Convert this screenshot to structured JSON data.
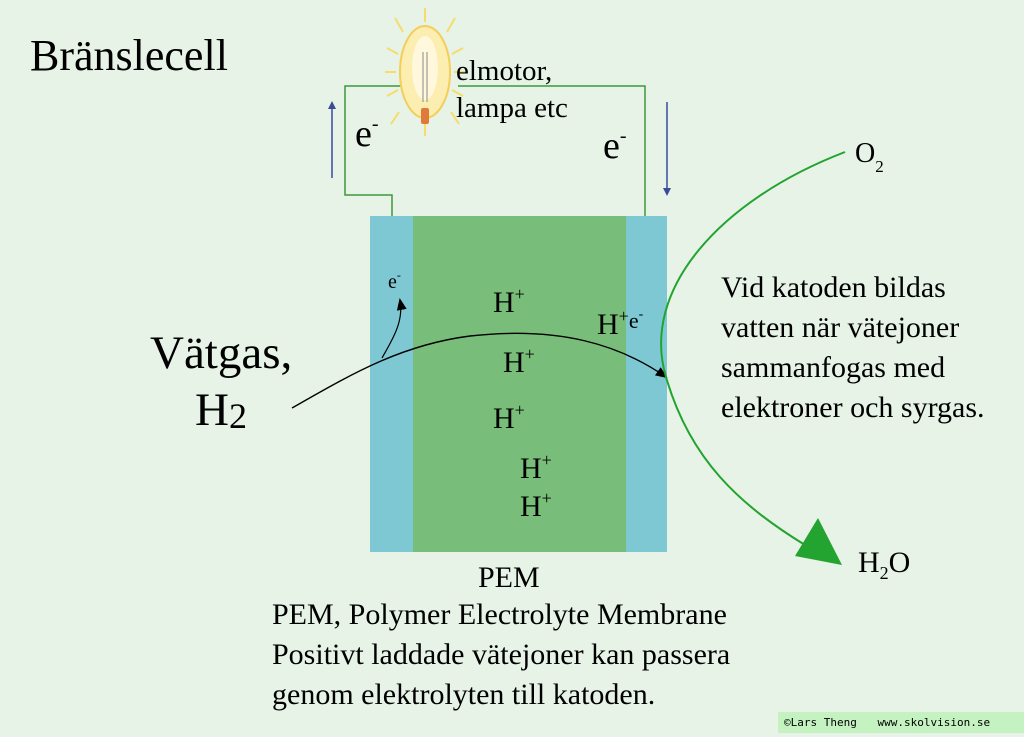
{
  "title": "Bränslecell",
  "load_label": {
    "line1": "elmotor,",
    "line2": "lampa etc"
  },
  "electron_left": {
    "base": "e",
    "sup": "-"
  },
  "electron_right": {
    "base": "e",
    "sup": "-"
  },
  "electron_anode": {
    "base": "e",
    "sup": "-"
  },
  "fuel": {
    "line1": "Vätgas,",
    "base": "H",
    "sub": "2"
  },
  "protons": [
    {
      "base": "H",
      "sup": "+"
    },
    {
      "base": "H",
      "sup": "+"
    },
    {
      "base": "H",
      "sup": "+"
    },
    {
      "base": "H",
      "sup": "+"
    },
    {
      "base": "H",
      "sup": "+"
    }
  ],
  "cathode_label": {
    "base1": "H",
    "sup1": "+",
    "base2": "e",
    "sup2": "-"
  },
  "oxygen": {
    "base": "O",
    "sub": "2"
  },
  "water": {
    "base1": "H",
    "sub": "2",
    "base2": "O"
  },
  "cathode_text": [
    "Vid katoden bildas",
    "vatten när vätejoner",
    "sammanfogas med",
    "elektroner och syrgas."
  ],
  "pem_label": "PEM",
  "description": [
    "PEM, Polymer Electrolyte Membrane",
    "Positivt laddade vätejoner kan passera",
    "genom elektrolyten till katoden."
  ],
  "footer": {
    "author": "©Lars Theng",
    "site": "www.skolvision.se"
  },
  "colors": {
    "background": "#e6f3e6",
    "electrode": "#7ec8d4",
    "membrane": "#78bd7a",
    "wire": "#3c9a3c",
    "arrow_blue": "#3a4b9a",
    "product_arrow": "#23a32f",
    "footer_bg": "#c4f2c0"
  }
}
